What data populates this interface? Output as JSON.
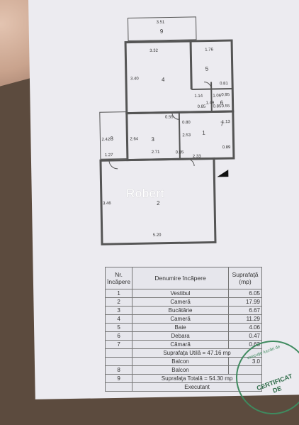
{
  "watermark": "Robert",
  "plan": {
    "dims": [
      "3.51",
      "3.32",
      "1.76",
      "3.40",
      "0.81",
      "1.14",
      "1.49",
      "1.06",
      "0.85",
      "0.85",
      "0.95",
      "1.13",
      "0.55",
      "0.55",
      "2.42",
      "2.64",
      "2.53",
      "2.71",
      "1.27",
      "2.33",
      "0.85",
      "0.89",
      "0.80",
      "3.46",
      "5.20"
    ],
    "rooms": [
      "9",
      "4",
      "5",
      "6",
      "7",
      "3",
      "1",
      "8",
      "2"
    ]
  },
  "table": {
    "headers": {
      "nr": "Nr. încăpere",
      "name": "Denumire încăpere",
      "area": "Suprafaţă (mp)"
    },
    "rows": [
      {
        "nr": "1",
        "name": "Vestibul",
        "area": "6.05"
      },
      {
        "nr": "2",
        "name": "Cameră",
        "area": "17.99"
      },
      {
        "nr": "3",
        "name": "Bucătărie",
        "area": "6.67"
      },
      {
        "nr": "4",
        "name": "Cameră",
        "area": "11.29"
      },
      {
        "nr": "5",
        "name": "Baie",
        "area": "4.06"
      },
      {
        "nr": "6",
        "name": "Debara",
        "area": "0.47"
      },
      {
        "nr": "7",
        "name": "Cămară",
        "area": "0.63"
      }
    ],
    "useful_total": "Suprafaţa Utilă = 47.16 mp",
    "balcony_rows": [
      {
        "nr": "",
        "name": "Balcon",
        "area": "3.0"
      },
      {
        "nr": "8",
        "name": "Balcon",
        "area": ""
      }
    ],
    "grand_total_nr": "9",
    "grand_total": "Suprafaţa Totală = 54.30 mp",
    "executant": "Executant"
  },
  "stamp": {
    "line1": "CERTIFICAT",
    "line2": "DE",
    "arc": "execuţie lucrări de"
  }
}
